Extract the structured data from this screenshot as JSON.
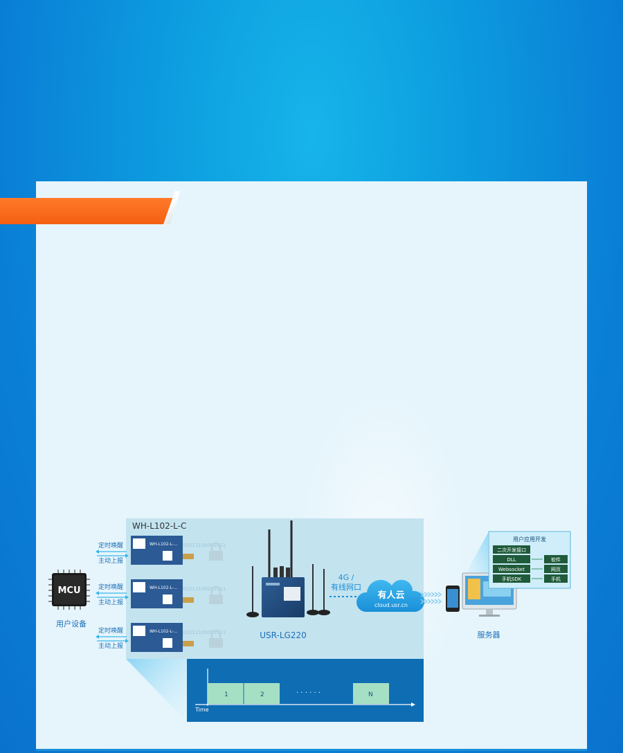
{
  "diagram": {
    "module_group_label": "WH-L102-L-C",
    "mcu_label": "MCU",
    "user_device_label": "用户设备",
    "timer_wake_label": "定时唤醒",
    "active_report_label": "主动上报",
    "module_chip_label": "WH-L102-L-...",
    "binary_text": "01011100001011",
    "gateway_label": "USR-LG220",
    "link_label_line1": "4G /",
    "link_label_line2": "有线网口",
    "cloud_title": "有人云",
    "cloud_url": "cloud.usr.cn",
    "server_label": "服务器",
    "app_dev": {
      "title": "用户应用开发",
      "rows": [
        "二次开发接口",
        "DLL",
        "Websocket",
        "手机SDK"
      ],
      "outputs": [
        "软件",
        "网页",
        "手机"
      ]
    },
    "timeline": {
      "slots": [
        "1",
        "2",
        "N"
      ],
      "dots": "· · · · · ·",
      "axis_label": "Time"
    }
  },
  "colors": {
    "background": "#0a7fd6",
    "panel": "#e6f5fc",
    "ribbon": "#f45f12",
    "accent": "#1a8fd8",
    "slot_fill": "#a6e0c4"
  }
}
